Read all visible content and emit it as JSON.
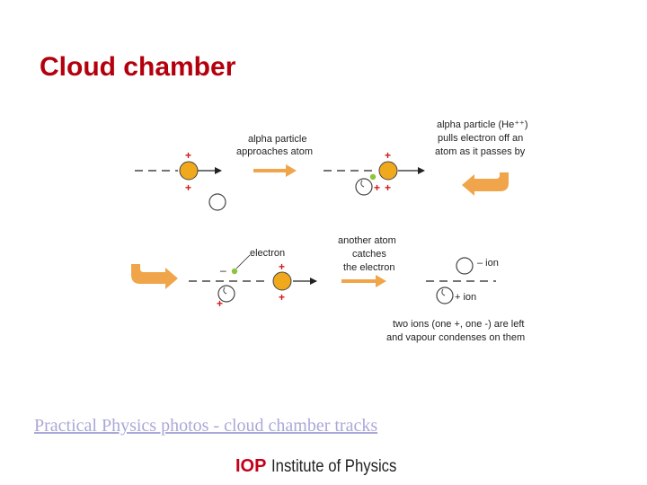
{
  "slide": {
    "title": "Cloud chamber",
    "link_text": "Practical Physics photos - cloud chamber tracks"
  },
  "diagram": {
    "label_approach_1": "alpha particle",
    "label_approach_2": "approaches atom",
    "label_pulls_1": "alpha particle (He⁺⁺)",
    "label_pulls_2": "pulls electron off an",
    "label_pulls_3": "atom as it passes by",
    "label_electron": "electron",
    "label_catches_1": "another atom",
    "label_catches_2": "catches",
    "label_catches_3": "the electron",
    "label_ion_neg": "– ion",
    "label_ion_pos": "+ ion",
    "label_result_1": "two ions (one +, one -) are left",
    "label_result_2": "and vapour condenses on them",
    "plus_sign": "+",
    "minus_sign": "–"
  },
  "logo": {
    "mark": "IOP",
    "name": "Institute of Physics"
  },
  "colors": {
    "title": "#b3000c",
    "alpha_particle": "#f0a81c",
    "arrow": "#f0a54a",
    "electron": "#8cc43c",
    "plus": "#d01818",
    "link": "#a9a9d8",
    "logo_mark": "#c40018"
  }
}
